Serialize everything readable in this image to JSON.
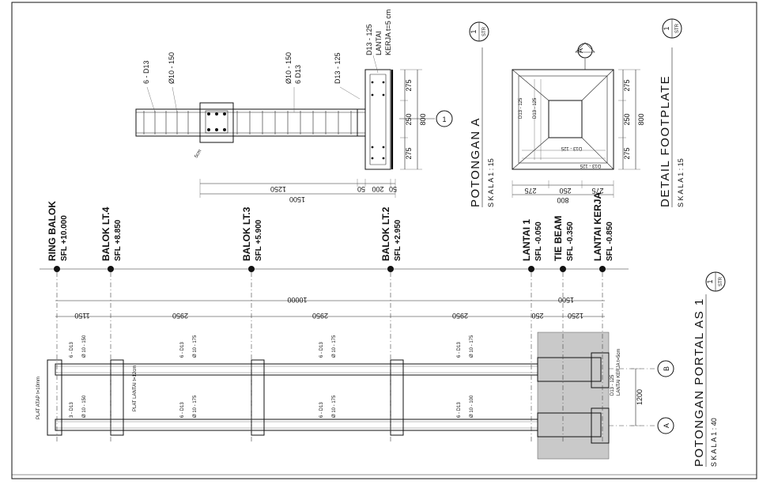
{
  "sheet": {
    "border_color": "#111111",
    "paper": "#ffffff"
  },
  "levels": [
    {
      "title": "RING BALOK",
      "sfl": "SFL +10.000"
    },
    {
      "title": "BALOK LT.4",
      "sfl": "SFL +8.850"
    },
    {
      "title": "BALOK LT.3",
      "sfl": "SFL +5.900"
    },
    {
      "title": "BALOK LT.2",
      "sfl": "SFL +2.950"
    },
    {
      "title": "LANTAI 1",
      "sfl": "SFL -0.050"
    },
    {
      "title": "TIE BEAM",
      "sfl": "SFL -0.350"
    },
    {
      "title": "LANTAI KERJA",
      "sfl": "SFL -0.850"
    }
  ],
  "portal": {
    "total_dim": "10000",
    "below_dim": "1500",
    "spans": [
      "1150",
      "2950",
      "2950",
      "2950"
    ],
    "below_spans": [
      "250",
      "1250"
    ],
    "width_dim": "1200",
    "axes": [
      "A",
      "B"
    ],
    "bar_labels": {
      "top_a": "6 - D13",
      "top_b": "Ø 10 - 150",
      "top_c": "Ø 10 - 175",
      "col_a": "3 - D13",
      "col_b": "Ø 10 - 150",
      "col_c": "Ø 10 - 100",
      "slab_note": "PLAT LANTAI t=12cm",
      "roof_note": "PLAT ATAP t=10mm",
      "foot_note_a": "D13 - 125",
      "foot_note_b": "LANTAI KERJA t=5cm",
      "col_side_a": "PLAT LANTAI t=12cm",
      "col_side_b": "Ø 10 - 150"
    }
  },
  "section_a": {
    "labels": {
      "bars_main": "6 - D13",
      "stirrup_a": "Ø10 - 150",
      "stirrup_b": "Ø10 - 150",
      "col_bars": "6 D13",
      "foot_bars_a": "D13 - 125",
      "foot_bars_b": "D13 - 125",
      "lantai": "LANTAI",
      "lantai_kerja": "KERJA t=5 cm",
      "cover": "5cm"
    },
    "dims_bottom": [
      "1250",
      "50",
      "200",
      "50"
    ],
    "dim_total": "1500",
    "dims_right": [
      "275",
      "250",
      "275"
    ],
    "dim_right_total": "800",
    "marker": "1"
  },
  "footplate": {
    "labels": {
      "bar_a": "D13 - 125",
      "bar_b": "D13 - 125",
      "bar_c": "D13 - 125",
      "bar_d": "D13 - 125",
      "axis": "A"
    },
    "dims_bottom": [
      "275",
      "250",
      "275"
    ],
    "dim_bottom_total": "800",
    "dims_right": [
      "275",
      "250",
      "275"
    ],
    "dim_right_total": "800"
  },
  "titles": {
    "potongan_a": {
      "title": "POTONGAN A",
      "scale": "S K A L A     1 : 15",
      "no": "1",
      "sheet": "STR"
    },
    "footplate": {
      "title": "DETAIL FOOTPLATE",
      "scale": "S K A L A     1 : 15",
      "no": "1",
      "sheet": "STR"
    },
    "portal": {
      "title": "POTONGAN PORTAL AS 1",
      "scale": "S K A L A     1 : 40",
      "no": "1",
      "sheet": "STR"
    }
  }
}
